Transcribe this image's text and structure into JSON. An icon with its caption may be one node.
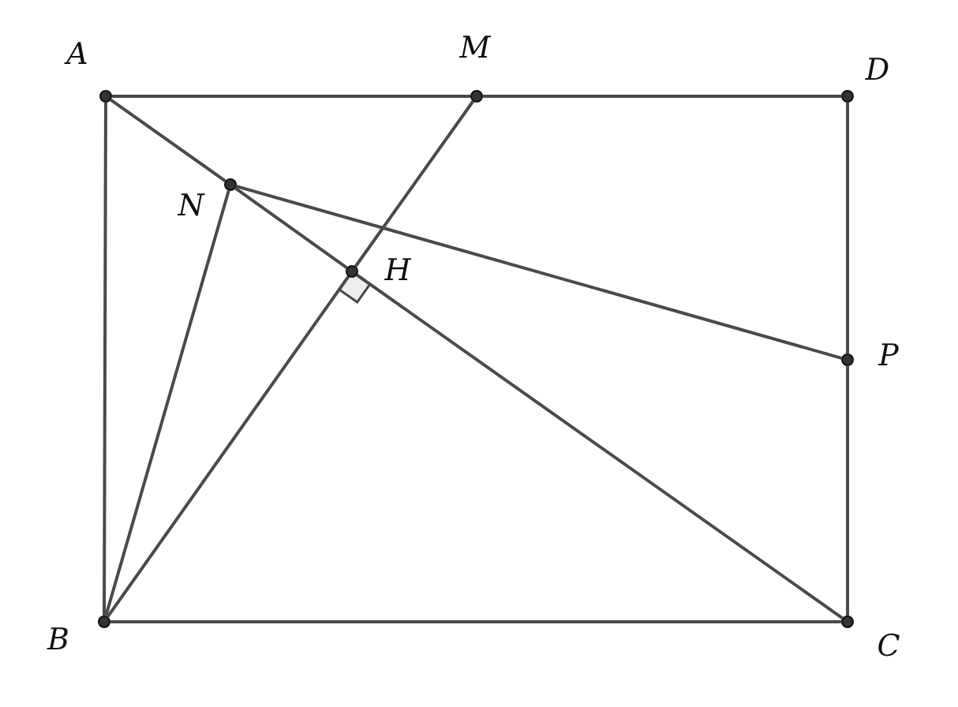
{
  "diagram": {
    "nodes": [
      {
        "text": [],
        "shape": "circle",
        "beside": [
          "A"
        ]
      },
      {
        "text": [],
        "shape": "circle",
        "beside": [
          "M"
        ]
      },
      {
        "text": [],
        "shape": "circle",
        "beside": [
          "D"
        ]
      },
      {
        "text": [],
        "shape": "circle",
        "beside": [
          "N"
        ]
      },
      {
        "text": [],
        "shape": "circle",
        "beside": [
          "H"
        ]
      },
      {
        "text": [],
        "shape": "circle",
        "beside": [
          "P"
        ]
      },
      {
        "text": [],
        "shape": "circle",
        "beside": [
          "B"
        ]
      },
      {
        "text": [],
        "shape": "circle",
        "beside": [
          "C"
        ]
      }
    ],
    "edges": [
      {
        "from": 0,
        "to": 1,
        "arrow": "none"
      },
      {
        "from": 1,
        "to": 2,
        "arrow": "none"
      },
      {
        "from": 2,
        "to": 5,
        "arrow": "none"
      },
      {
        "from": 5,
        "to": 7,
        "arrow": "none"
      },
      {
        "from": 6,
        "to": 7,
        "arrow": "none"
      },
      {
        "from": 0,
        "to": 6,
        "arrow": "none"
      },
      {
        "from": 0,
        "to": 3,
        "arrow": "none"
      },
      {
        "from": 3,
        "to": 4,
        "arrow": "none"
      },
      {
        "from": 4,
        "to": 7,
        "arrow": "none"
      },
      {
        "from": 6,
        "to": 4,
        "arrow": "none"
      },
      {
        "from": 4,
        "to": 1,
        "arrow": "none"
      },
      {
        "from": 6,
        "to": 3,
        "arrow": "none"
      },
      {
        "from": 3,
        "to": 5,
        "arrow": "none"
      }
    ]
  }
}
